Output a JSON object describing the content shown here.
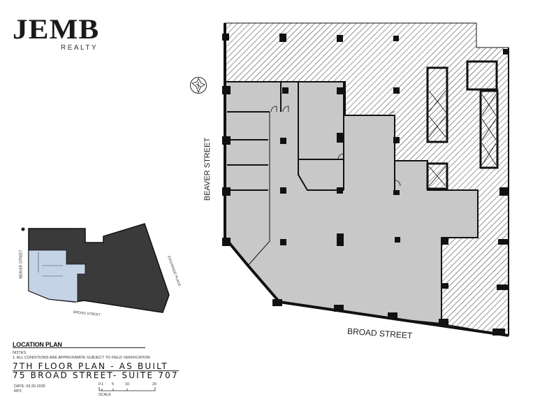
{
  "logo": {
    "name": "JEMB",
    "subtitle": "REALTY"
  },
  "floor_plan": {
    "streets": {
      "west": "BEAVER STREET",
      "south": "BROAD STREET"
    },
    "compass": "north-arrow-icon",
    "colors": {
      "suite_fill": "#c8c8c8",
      "walls": "#111111",
      "hatch": "#222222",
      "background": "#ffffff"
    }
  },
  "location_plan": {
    "title": "LOCATION PLAN",
    "streets": {
      "west": "BEAVER STREET",
      "south": "BROAD STREET",
      "east": "EXCHANGE PLACE"
    },
    "colors": {
      "building": "#3d3d3d",
      "suite": "#c5d3e6"
    }
  },
  "title_block": {
    "notes_label": "NOTES:",
    "note_1": "1. ALL CONDITIONS ARE APPROXIMATE SUBJECT TO FIELD VERIFICATION",
    "plan_title": "7TH FLOOR PLAN - AS BUILT",
    "plan_subtitle": "75 BROAD STREET- SUITE 707",
    "date": "DATE: 03.26.2025",
    "sheet": "RP2",
    "scale_label": "SCALE",
    "scale_ticks": [
      "0",
      "1",
      "5",
      "10",
      "20"
    ]
  }
}
